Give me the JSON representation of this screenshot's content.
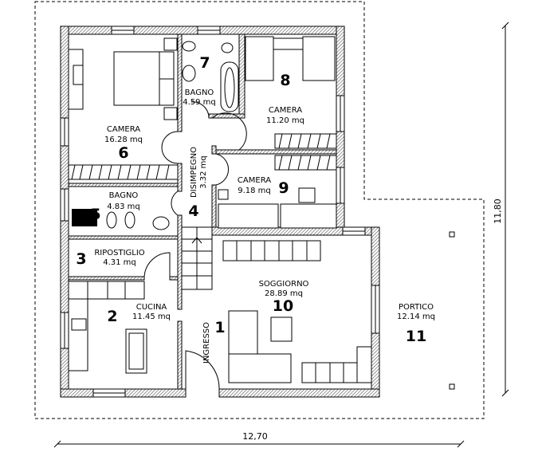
{
  "plan": {
    "dimension_width": "12,70",
    "dimension_height": "11,80",
    "rooms": [
      {
        "number": "1",
        "name": "INGRESSO",
        "area": ""
      },
      {
        "number": "2",
        "name": "CUCINA",
        "area": "11.45 mq"
      },
      {
        "number": "3",
        "name": "RIPOSTIGLIO",
        "area": "4.31 mq"
      },
      {
        "number": "4",
        "name": "DISIMPEGNO",
        "area": "3.32 mq"
      },
      {
        "number": "5",
        "name": "BAGNO",
        "area": "4.83 mq"
      },
      {
        "number": "6",
        "name": "CAMERA",
        "area": "16.28 mq"
      },
      {
        "number": "7",
        "name": "BAGNO",
        "area": "4.59 mq"
      },
      {
        "number": "8",
        "name": "CAMERA",
        "area": "11.20 mq"
      },
      {
        "number": "9",
        "name": "CAMERA",
        "area": "9.18 mq"
      },
      {
        "number": "10",
        "name": "SOGGIORNO",
        "area": "28.89 mq"
      },
      {
        "number": "11",
        "name": "PORTICO",
        "area": "12.14 mq"
      }
    ]
  }
}
